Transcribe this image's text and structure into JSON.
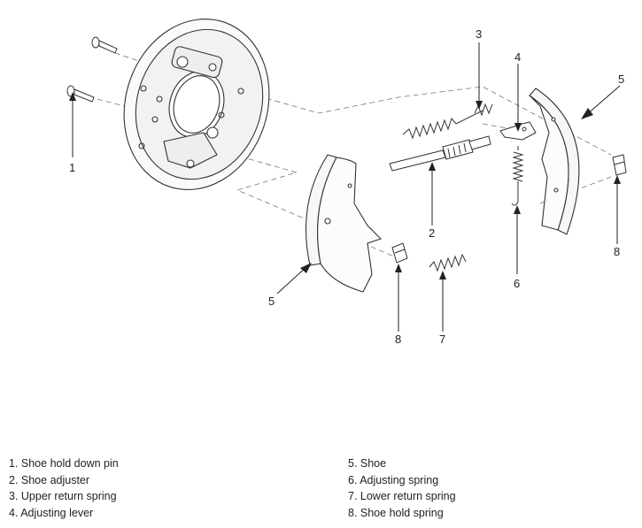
{
  "callouts": {
    "c1": "1",
    "c2": "2",
    "c3": "3",
    "c4": "4",
    "c5a": "5",
    "c5b": "5",
    "c6": "6",
    "c7": "7",
    "c8a": "8",
    "c8b": "8"
  },
  "legend": {
    "items": [
      "1. Shoe hold down pin",
      "2. Shoe adjuster",
      "3. Upper return spring",
      "4. Adjusting lever",
      "5. Shoe",
      "6. Adjusting spring",
      "7. Lower return spring",
      "8. Shoe hold spring"
    ]
  }
}
